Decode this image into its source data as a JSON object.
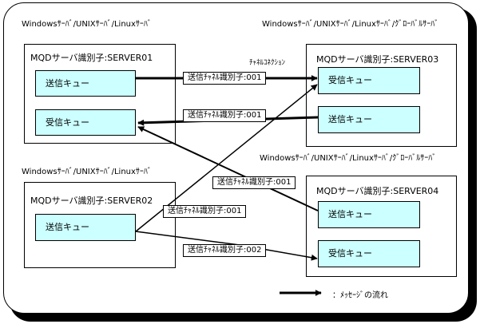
{
  "platforms": {
    "left_top": "Windowsｻｰﾊﾞ/UNIXｻｰﾊﾞ/Linuxｻｰﾊﾞ",
    "right_top": "Windowsｻｰﾊﾞ/UNIXｻｰﾊﾞ/Linuxｻｰﾊﾞ/ｸﾞﾛｰﾊﾞﾙｻｰﾊﾞ",
    "left_bottom": "Windowsｻｰﾊﾞ/UNIXｻｰﾊﾞ/Linuxｻｰﾊﾞ",
    "right_bottom": "Windowsｻｰﾊﾞ/UNIXｻｰﾊﾞ/Linuxｻｰﾊﾞ/ｸﾞﾛｰﾊﾞﾙｻｰﾊﾞ"
  },
  "servers": {
    "server01": {
      "title": "MQDサーバ識別子:SERVER01",
      "send_queue": "送信キュー",
      "recv_queue": "受信キュー"
    },
    "server02": {
      "title": "MQDサーバ識別子:SERVER02",
      "send_queue": "送信キュー"
    },
    "server03": {
      "title": "MQDサーバ識別子:SERVER03",
      "recv_queue": "受信キュー",
      "send_queue": "送信キュー"
    },
    "server04": {
      "title": "MQDサーバ識別子:SERVER04",
      "send_queue": "送信キュー",
      "recv_queue": "受信キュー"
    }
  },
  "channel_caption": "ﾁｬﾈﾙｺﾈｸｼｮﾝ",
  "connections": [
    {
      "label": "送信ﾁｬﾈﾙ識別子:001"
    },
    {
      "label": "送信ﾁｬﾈﾙ識別子:001"
    },
    {
      "label": "送信ﾁｬﾈﾙ識別子:001"
    },
    {
      "label": "送信ﾁｬﾈﾙ識別子:001"
    },
    {
      "label": "送信ﾁｬﾈﾙ識別子:002"
    }
  ],
  "legend": {
    "label": "：ﾒｯｾｰｼﾞの流れ"
  }
}
